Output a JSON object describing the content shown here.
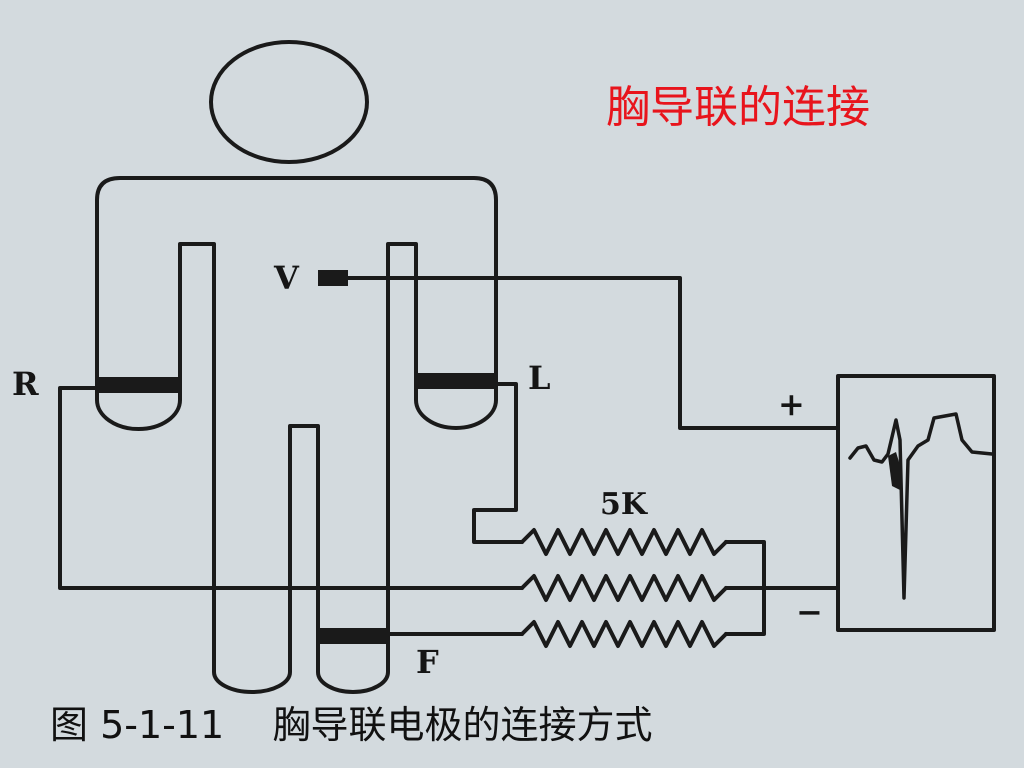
{
  "slide": {
    "title": "胸导联的连接",
    "caption": "图 5-1-11    胸导联电极的连接方式"
  },
  "diagram": {
    "labels": {
      "v": "V",
      "r": "R",
      "l": "L",
      "f": "F",
      "resistor": "5K",
      "plus": "+",
      "minus": "−"
    }
  },
  "colors": {
    "background": "#d3dade",
    "line": "#1a1a1a",
    "title": "#e8141c"
  }
}
